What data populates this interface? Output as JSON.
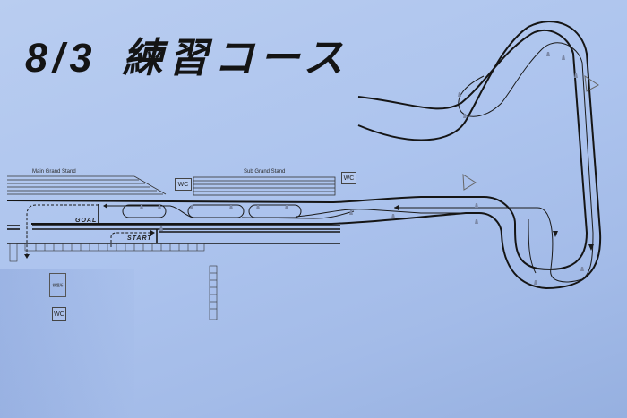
{
  "header": {
    "date": "8/3",
    "title": "練習コース"
  },
  "facilities": {
    "main_grand_stand": "Main Grand Stand",
    "sub_grand_stand": "Sub Grand Stand",
    "wc_label": "WC",
    "first_aid": "救護所"
  },
  "course_marks": {
    "goal": "GOAL",
    "start": "START"
  },
  "map_symbols": {
    "cone": "pylon-marker",
    "direction": "direction-arrow",
    "flag_post": "triangle-marker"
  },
  "colors": {
    "paper": "#adc4ee",
    "ink": "#1a1a1a",
    "cone": "#7d8aa8"
  }
}
